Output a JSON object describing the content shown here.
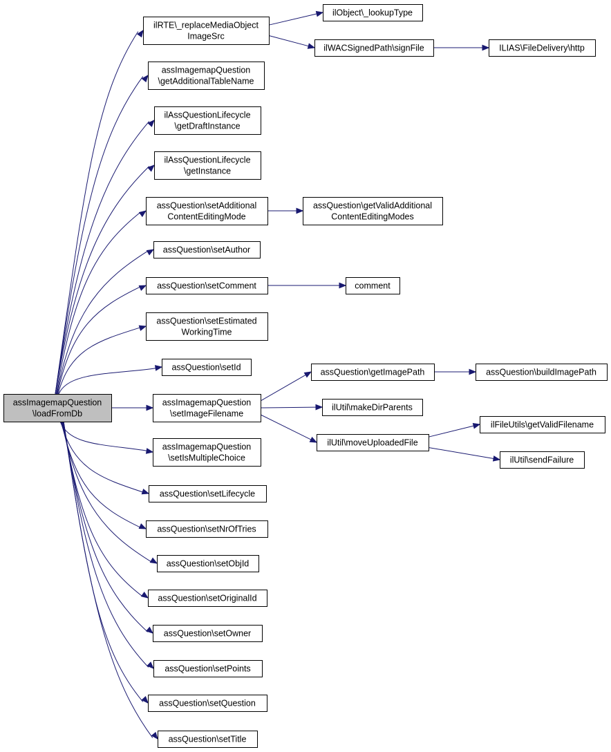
{
  "diagram": {
    "root": "n_root",
    "nodes": [
      {
        "id": "n_root",
        "lines": [
          "assImagemapQuestion",
          "\\loadFromDb"
        ]
      },
      {
        "id": "n_rte",
        "lines": [
          "ilRTE\\_replaceMediaObject",
          "ImageSrc"
        ]
      },
      {
        "id": "n_lookup",
        "lines": [
          "ilObject\\_lookupType"
        ]
      },
      {
        "id": "n_wac",
        "lines": [
          "ilWACSignedPath\\signFile"
        ]
      },
      {
        "id": "n_http",
        "lines": [
          "ILIAS\\FileDelivery\\http"
        ]
      },
      {
        "id": "n_addtable",
        "lines": [
          "assImagemapQuestion",
          "\\getAdditionalTableName"
        ]
      },
      {
        "id": "n_draft",
        "lines": [
          "ilAssQuestionLifecycle",
          "\\getDraftInstance"
        ]
      },
      {
        "id": "n_instance",
        "lines": [
          "ilAssQuestionLifecycle",
          "\\getInstance"
        ]
      },
      {
        "id": "n_setaddmode",
        "lines": [
          "assQuestion\\setAdditional",
          "ContentEditingMode"
        ]
      },
      {
        "id": "n_validmodes",
        "lines": [
          "assQuestion\\getValidAdditional",
          "ContentEditingModes"
        ]
      },
      {
        "id": "n_author",
        "lines": [
          "assQuestion\\setAuthor"
        ]
      },
      {
        "id": "n_setcomment",
        "lines": [
          "assQuestion\\setComment"
        ]
      },
      {
        "id": "n_comment",
        "lines": [
          "comment"
        ]
      },
      {
        "id": "n_estimated",
        "lines": [
          "assQuestion\\setEstimated",
          "WorkingTime"
        ]
      },
      {
        "id": "n_setid",
        "lines": [
          "assQuestion\\setId"
        ]
      },
      {
        "id": "n_imgfile",
        "lines": [
          "assImagemapQuestion",
          "\\setImageFilename"
        ]
      },
      {
        "id": "n_imgpath",
        "lines": [
          "assQuestion\\getImagePath"
        ]
      },
      {
        "id": "n_buildpath",
        "lines": [
          "assQuestion\\buildImagePath"
        ]
      },
      {
        "id": "n_mkdir",
        "lines": [
          "ilUtil\\makeDirParents"
        ]
      },
      {
        "id": "n_moveup",
        "lines": [
          "ilUtil\\moveUploadedFile"
        ]
      },
      {
        "id": "n_validfn",
        "lines": [
          "ilFileUtils\\getValidFilename"
        ]
      },
      {
        "id": "n_sendfail",
        "lines": [
          "ilUtil\\sendFailure"
        ]
      },
      {
        "id": "n_multiple",
        "lines": [
          "assImagemapQuestion",
          "\\setIsMultipleChoice"
        ]
      },
      {
        "id": "n_lifecycle",
        "lines": [
          "assQuestion\\setLifecycle"
        ]
      },
      {
        "id": "n_nroftries",
        "lines": [
          "assQuestion\\setNrOfTries"
        ]
      },
      {
        "id": "n_objid",
        "lines": [
          "assQuestion\\setObjId"
        ]
      },
      {
        "id": "n_origid",
        "lines": [
          "assQuestion\\setOriginalId"
        ]
      },
      {
        "id": "n_owner",
        "lines": [
          "assQuestion\\setOwner"
        ]
      },
      {
        "id": "n_points",
        "lines": [
          "assQuestion\\setPoints"
        ]
      },
      {
        "id": "n_question",
        "lines": [
          "assQuestion\\setQuestion"
        ]
      },
      {
        "id": "n_title",
        "lines": [
          "assQuestion\\setTitle"
        ]
      }
    ],
    "edges": [
      {
        "from": "n_root",
        "to": "n_rte"
      },
      {
        "from": "n_root",
        "to": "n_addtable"
      },
      {
        "from": "n_root",
        "to": "n_draft"
      },
      {
        "from": "n_root",
        "to": "n_instance"
      },
      {
        "from": "n_root",
        "to": "n_setaddmode"
      },
      {
        "from": "n_root",
        "to": "n_author"
      },
      {
        "from": "n_root",
        "to": "n_setcomment"
      },
      {
        "from": "n_root",
        "to": "n_estimated"
      },
      {
        "from": "n_root",
        "to": "n_setid"
      },
      {
        "from": "n_root",
        "to": "n_imgfile"
      },
      {
        "from": "n_root",
        "to": "n_multiple"
      },
      {
        "from": "n_root",
        "to": "n_lifecycle"
      },
      {
        "from": "n_root",
        "to": "n_nroftries"
      },
      {
        "from": "n_root",
        "to": "n_objid"
      },
      {
        "from": "n_root",
        "to": "n_origid"
      },
      {
        "from": "n_root",
        "to": "n_owner"
      },
      {
        "from": "n_root",
        "to": "n_points"
      },
      {
        "from": "n_root",
        "to": "n_question"
      },
      {
        "from": "n_root",
        "to": "n_title"
      },
      {
        "from": "n_rte",
        "to": "n_lookup"
      },
      {
        "from": "n_rte",
        "to": "n_wac"
      },
      {
        "from": "n_wac",
        "to": "n_http"
      },
      {
        "from": "n_setaddmode",
        "to": "n_validmodes"
      },
      {
        "from": "n_setcomment",
        "to": "n_comment"
      },
      {
        "from": "n_imgfile",
        "to": "n_imgpath"
      },
      {
        "from": "n_imgfile",
        "to": "n_mkdir"
      },
      {
        "from": "n_imgfile",
        "to": "n_moveup"
      },
      {
        "from": "n_imgpath",
        "to": "n_buildpath"
      },
      {
        "from": "n_moveup",
        "to": "n_validfn"
      },
      {
        "from": "n_moveup",
        "to": "n_sendfail"
      }
    ]
  }
}
